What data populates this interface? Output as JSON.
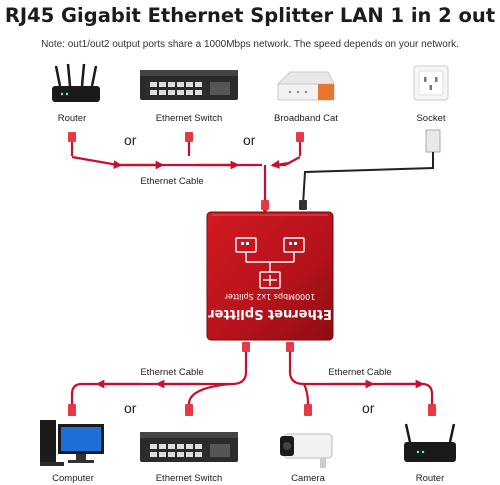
{
  "title": "RJ45 Gigabit Ethernet Splitter LAN 1 in 2 out",
  "note": "Note: out1/out2 output ports share a 1000Mbps network. The speed depends on your network.",
  "top_devices": [
    {
      "label": "Router",
      "icon": "router-icon"
    },
    {
      "label": "Ethernet Switch",
      "icon": "ethernet-switch-icon"
    },
    {
      "label": "Broadband Cat",
      "icon": "broadband-cat-icon"
    },
    {
      "label": "Socket",
      "icon": "power-socket-icon"
    }
  ],
  "bottom_devices": [
    {
      "label": "Computer",
      "icon": "computer-icon"
    },
    {
      "label": "Ethernet Switch",
      "icon": "ethernet-switch-icon"
    },
    {
      "label": "Camera",
      "icon": "security-camera-icon"
    },
    {
      "label": "Router",
      "icon": "router-icon"
    }
  ],
  "connector_word": "or",
  "cable_label": "Ethernet Cable",
  "splitter": {
    "name": "Ethernet Splitter",
    "spec": "1000Mbps 1x2 Splitter"
  },
  "colors": {
    "cable": "#c8102e",
    "splitter_body": "#b5121b",
    "power_cable": "#222222"
  }
}
